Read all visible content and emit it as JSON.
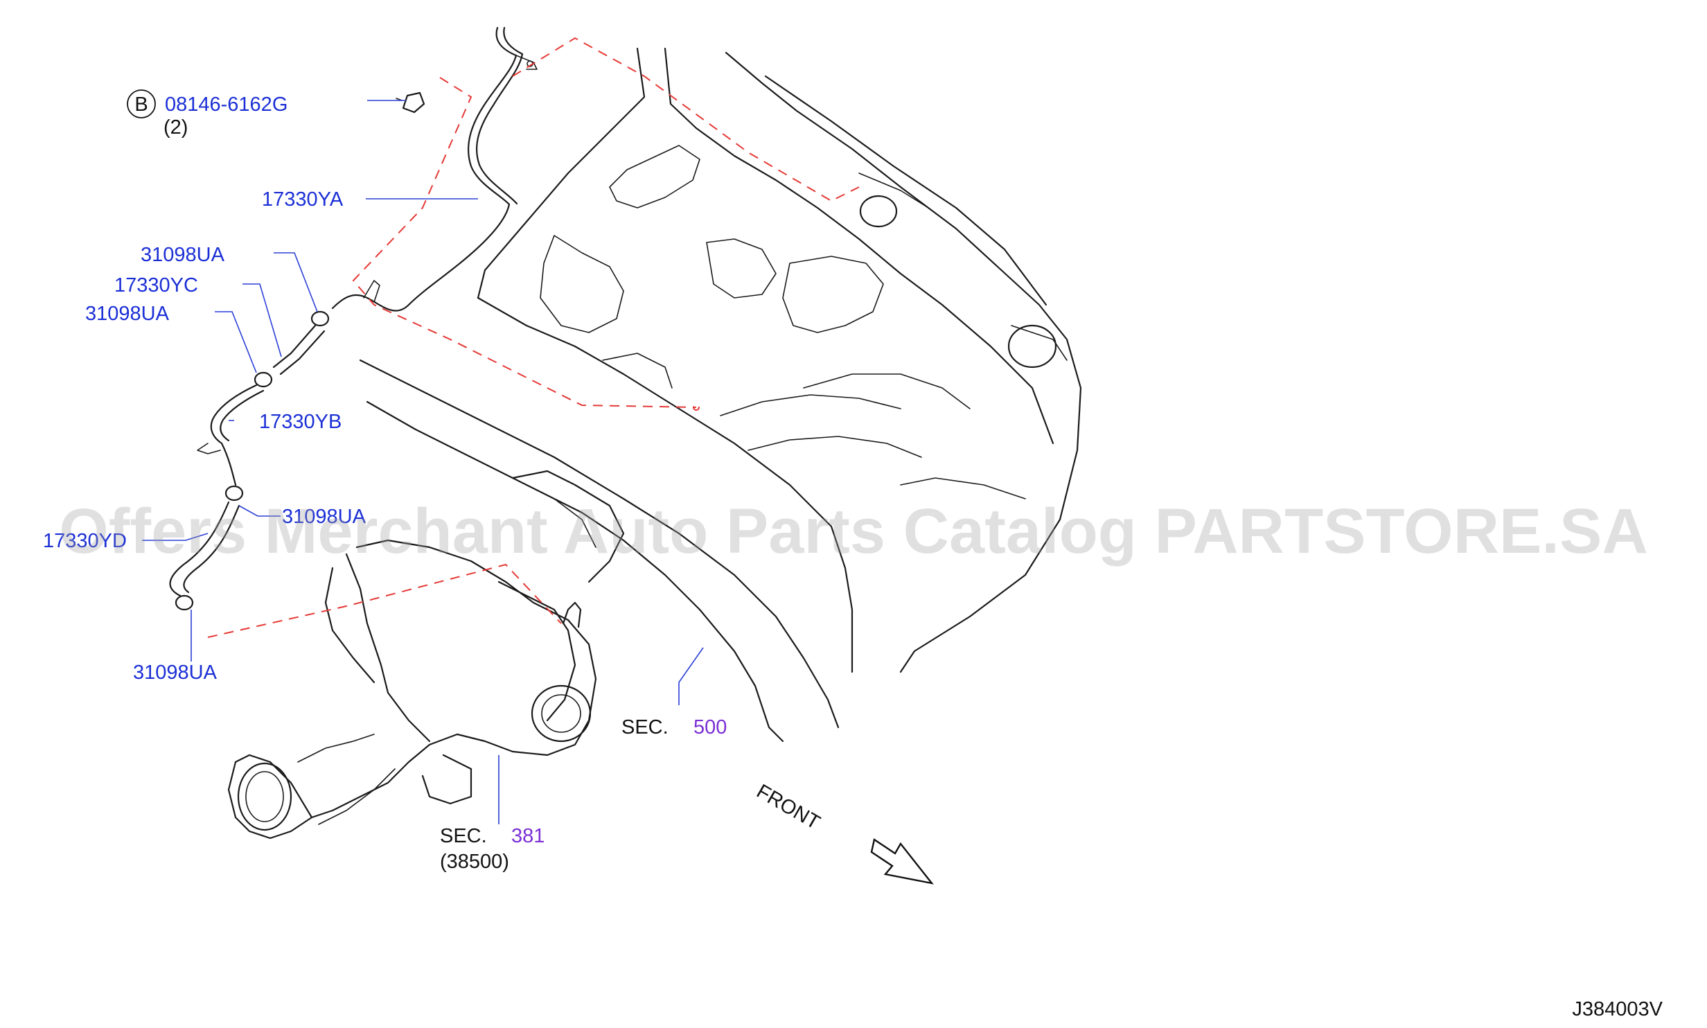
{
  "labels": {
    "bolt_circle": "B",
    "bolt_part": "08146-6162G",
    "bolt_qty": "(2)",
    "tube_ya": "17330YA",
    "clamp_top": "31098UA",
    "hose_yc": "17330YC",
    "clamp_mid": "31098UA",
    "tube_yb": "17330YB",
    "clamp_lower": "31098UA",
    "hose_yd": "17330YD",
    "clamp_bottom": "31098UA",
    "sec_500_prefix": "SEC.",
    "sec_500_number": "500",
    "sec_381_prefix": "SEC.",
    "sec_381_number": "381",
    "sec_381_sub": "(38500)",
    "front": "FRONT",
    "diagram_code": "J384003V"
  },
  "watermark": "Offers Merchant Auto Parts Catalog PARTSTORE.SA",
  "colors": {
    "part_number": "#1b2fd6",
    "section_number": "#7a2fd6",
    "dashed_reference": "#e53935",
    "linework": "#1a1a1a"
  }
}
